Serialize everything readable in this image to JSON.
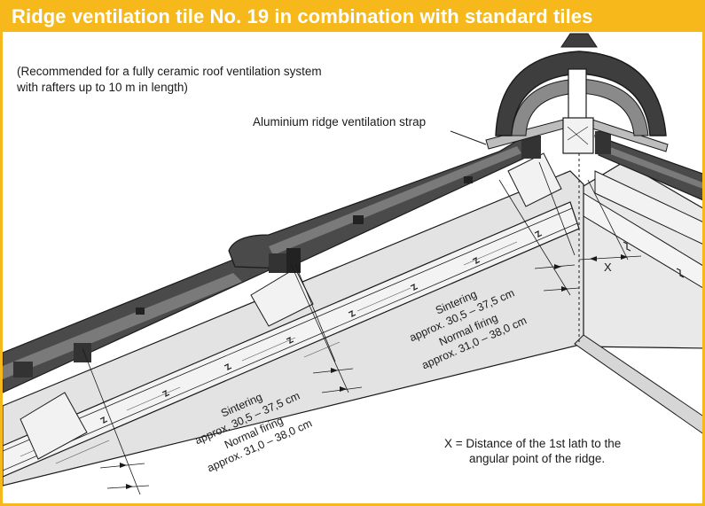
{
  "title": "Ridge ventilation tile No. 19 in combination with standard tiles",
  "note_line1": "(Recommended for a fully ceramic roof ventilation system",
  "note_line2": "with rafters up to 10 m in length)",
  "strap_label": "Aluminium ridge ventilation strap",
  "upper_dim": {
    "line1": "Sintering",
    "line2": "approx. 30,5 – 37,5 cm",
    "line3": "Normal firing",
    "line4": "approx. 31,0 – 38,0 cm"
  },
  "lower_dim": {
    "line1": "Sintering",
    "line2": "approx. 30,5 – 37,5 cm",
    "line3": "Normal firing",
    "line4": "approx. 31,0 – 38,0 cm"
  },
  "x_label": "X",
  "x_def_line1": "X = Distance of the 1st lath to the",
  "x_def_line2": "angular point of the ridge.",
  "colors": {
    "accent": "#f6b81a",
    "roof_surface": "#e3e3e3",
    "tile_dark": "#444444",
    "tile_light": "#8a8a8a",
    "wood": "#f2f2f2",
    "line": "#1a1a1a"
  }
}
